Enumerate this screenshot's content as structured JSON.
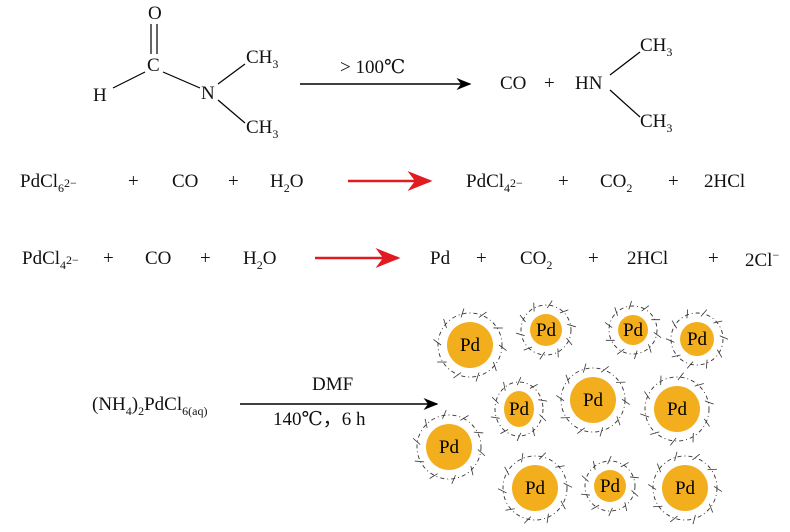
{
  "reaction1": {
    "dmf": {
      "O": "O",
      "C": "C",
      "H": "H",
      "N": "N",
      "CH": "CH",
      "sub3": "3"
    },
    "condition": "> 100℃",
    "product_co": "CO",
    "plus": "+",
    "amine": {
      "HN": "HN",
      "CH": "CH",
      "sub3": "3"
    }
  },
  "reaction2": {
    "r1": "PdCl",
    "r1_sub": "6",
    "r1_sup": "2−",
    "plus": "+",
    "r2": "CO",
    "r3": "H",
    "r3_sub": "2",
    "r3_b": "O",
    "p1": "PdCl",
    "p1_sub": "4",
    "p1_sup": "2−",
    "p2": "CO",
    "p2_sub": "2",
    "p3": "2HCl",
    "arrow_color": "#e01b22"
  },
  "reaction3": {
    "r1": "PdCl",
    "r1_sub": "4",
    "r1_sup": "2−",
    "plus": "+",
    "r2": "CO",
    "r3": "H",
    "r3_sub": "2",
    "r3_b": "O",
    "p1": "Pd",
    "p2": "CO",
    "p2_sub": "2",
    "p3": "2HCl",
    "p4": "2Cl",
    "p4_sup": "−",
    "arrow_color": "#e01b22"
  },
  "synthesis": {
    "reactant_a": "(NH",
    "reactant_sub1": "4",
    "reactant_b": ")",
    "reactant_sub2": "2",
    "reactant_c": "PdCl",
    "reactant_sub3": "6(aq)",
    "solvent": "DMF",
    "conditions": "140℃，6 h",
    "particle_label": "Pd",
    "particle_color": "#f2ae1c",
    "particle_count": 11
  }
}
